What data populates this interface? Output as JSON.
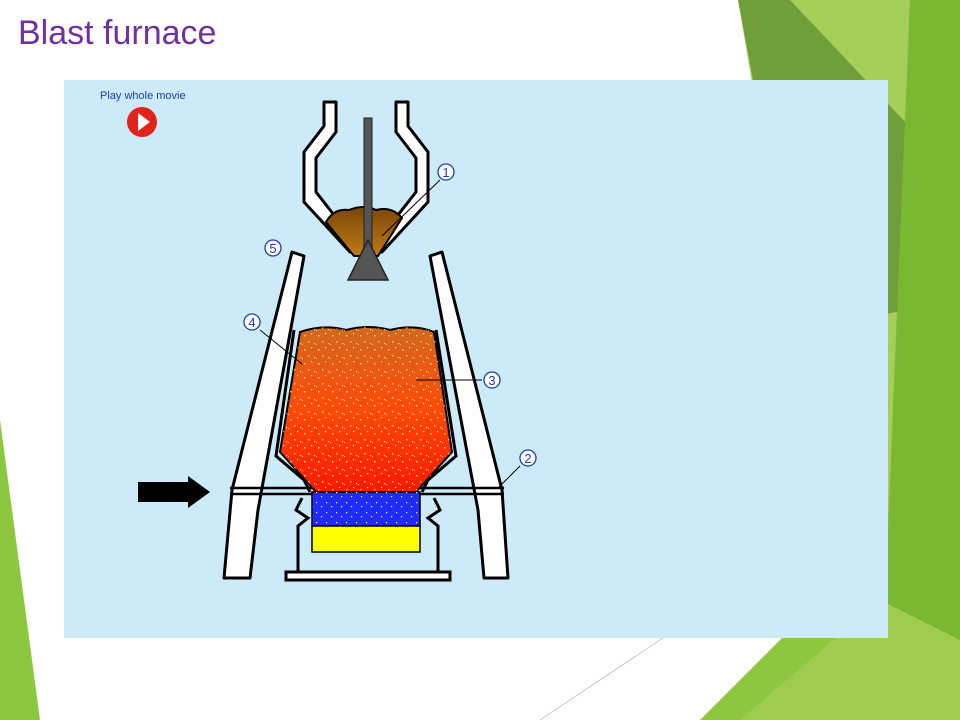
{
  "slide": {
    "title": "Blast furnace"
  },
  "movie": {
    "play_label": "Play whole movie",
    "play_icon": "play-icon"
  },
  "diagram": {
    "callouts": [
      "1",
      "2",
      "3",
      "4",
      "5"
    ]
  },
  "colors": {
    "title": "#7030a0",
    "panel": "#cdeaf9",
    "accent_green": "#8dc63f",
    "play_button": "#e2231a",
    "callout_text": "#1a3fa8",
    "ore": "#a0620f",
    "burden_top": "#d2691e",
    "burden_bottom": "#ff1a00",
    "molten_iron": "#1f2bff",
    "slag": "#ffff00"
  }
}
